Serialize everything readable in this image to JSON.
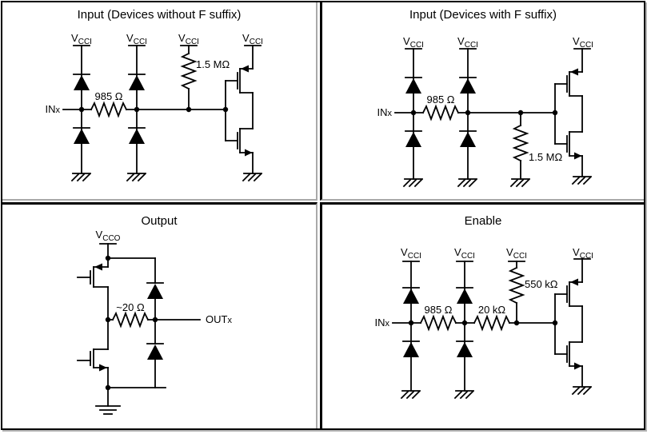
{
  "labels": {
    "v": "V",
    "vcci_sub": "CCI",
    "vcco_sub": "CCO",
    "in_main": "IN",
    "in_sub": "x",
    "out_main": "OUT",
    "out_sub": "x"
  },
  "quadrants": {
    "input_no_f": {
      "title": "Input (Devices without F suffix)",
      "series_resistor": "985 Ω",
      "pullup_resistor": "1.5 MΩ"
    },
    "input_f": {
      "title": "Input (Devices with F suffix)",
      "series_resistor": "985 Ω",
      "pulldown_resistor": "1.5 MΩ"
    },
    "output": {
      "title": "Output",
      "output_resistor": "~20 Ω"
    },
    "enable": {
      "title": "Enable",
      "series_resistor_1": "985 Ω",
      "series_resistor_2": "20 kΩ",
      "pullup_resistor": "550 kΩ"
    }
  }
}
